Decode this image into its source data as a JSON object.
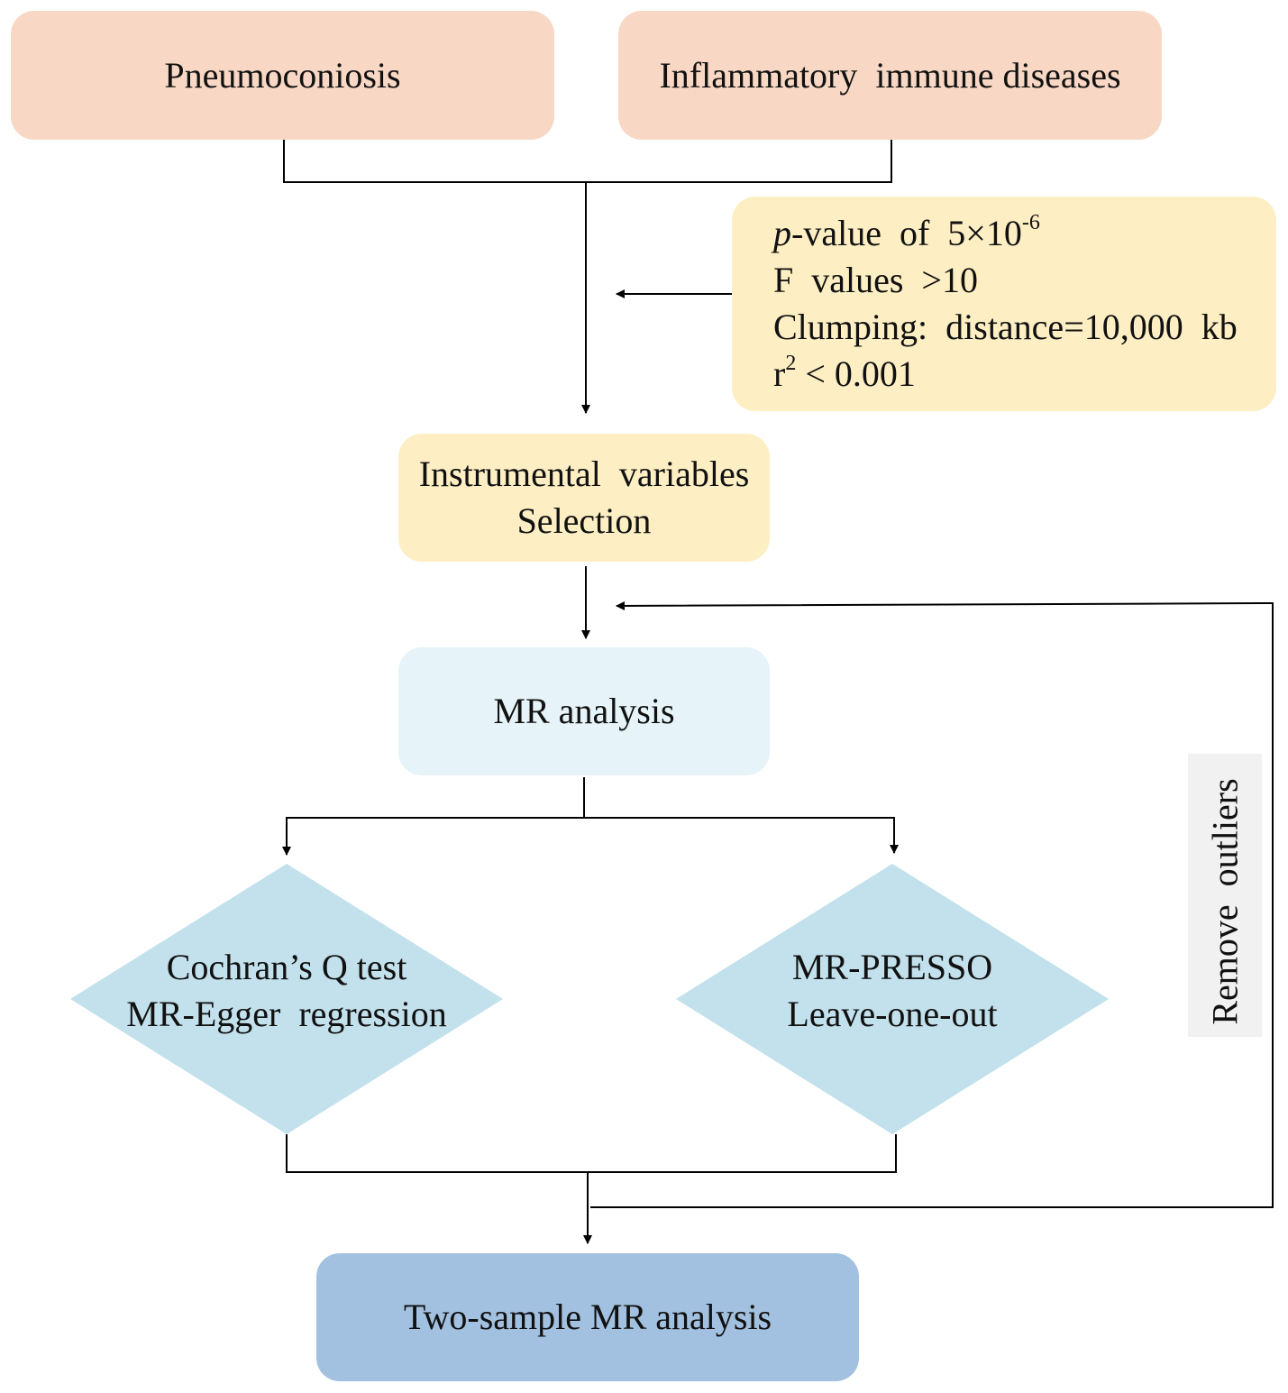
{
  "boxes": {
    "pneumoconiosis": "Pneumoconiosis",
    "inflammatory": "Inflammatory  immune diseases",
    "criteria": {
      "line1_p": "p",
      "line1_rest": "-value  of  5×10",
      "line1_exp": "-6",
      "line2": "F  values  >10",
      "line3": "Clumping:  distance=10,000  kb",
      "line4_r": "r",
      "line4_exp": "2",
      "line4_rest": " < 0.001"
    },
    "iv_line1": "Instrumental  variables",
    "iv_line2": "Selection",
    "mr_analysis": "MR analysis",
    "final": "Two-sample MR analysis"
  },
  "diamonds": {
    "left_line1": "Cochran’s Q test",
    "left_line2": "MR-Egger  regression",
    "right_line1": "MR-PRESSO",
    "right_line2": "Leave-one-out"
  },
  "side_label": "Remove  outliers",
  "colors": {
    "peach": "#f8d8c4",
    "yellow": "#fdefc3",
    "light_blue": "#e6f3f8",
    "diamond_blue": "#c2e1ec",
    "final_blue": "#a2c1e0",
    "line": "#000000"
  }
}
